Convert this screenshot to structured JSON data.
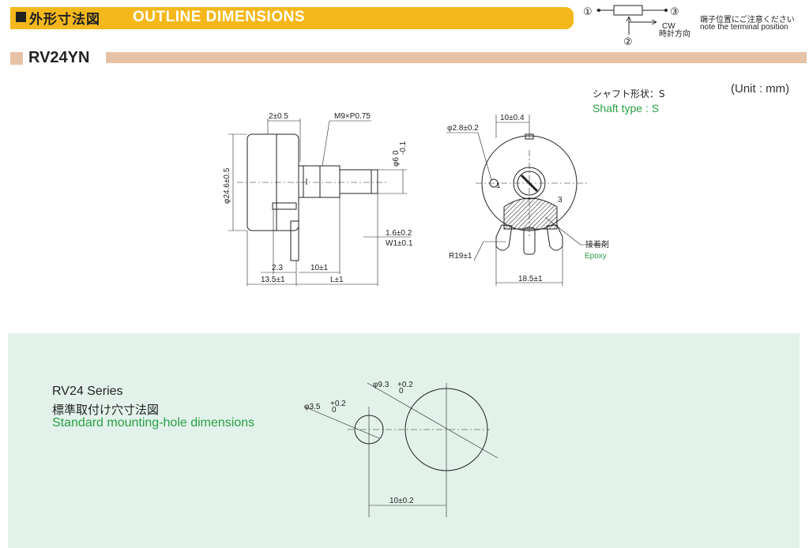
{
  "header": {
    "title_jp": "外形寸法図",
    "title_en": "OUTLINE DIMENSIONS"
  },
  "terminal_diagram": {
    "t1": "①",
    "t2": "②",
    "t3": "③",
    "cw": "CW",
    "cw_jp": "時計方向",
    "note_jp": "端子位置にご注意ください",
    "note_en": "note the terminal position"
  },
  "model": "RV24YN",
  "unit": "(Unit : mm)",
  "shaft": {
    "jp": "シャフト形状：S",
    "en": "Shaft type : S"
  },
  "side_view": {
    "d1": "2±0.5",
    "d2": "M9×P0.75",
    "d3": "φ24.6±0.5",
    "d4": "φ6",
    "d4_tol": "-0.1",
    "d4_tol2": "0",
    "d5": "1.6±0.2",
    "d6": "W1±0.1",
    "d7": "2.3",
    "d8": "10±1",
    "d9": "13.5±1",
    "d10": "L±1"
  },
  "front_view": {
    "d1": "φ2.8±0.2",
    "d2": "10±0.4",
    "d3": "R19±1",
    "d4": "18.5±1",
    "epoxy_jp": "接着剤",
    "epoxy_en": "Epoxy",
    "t1": "1",
    "t3": "3"
  },
  "mounting": {
    "series": "RV24 Series",
    "title_jp": "標準取付け穴寸法図",
    "title_en": "Standard mounting-hole dimensions",
    "small_hole": "φ3.5",
    "small_tol": "+0.2",
    "small_tol2": "0",
    "big_hole": "φ9.3",
    "big_tol": "+0.2",
    "big_tol2": "0",
    "spacing": "10±0.2"
  }
}
